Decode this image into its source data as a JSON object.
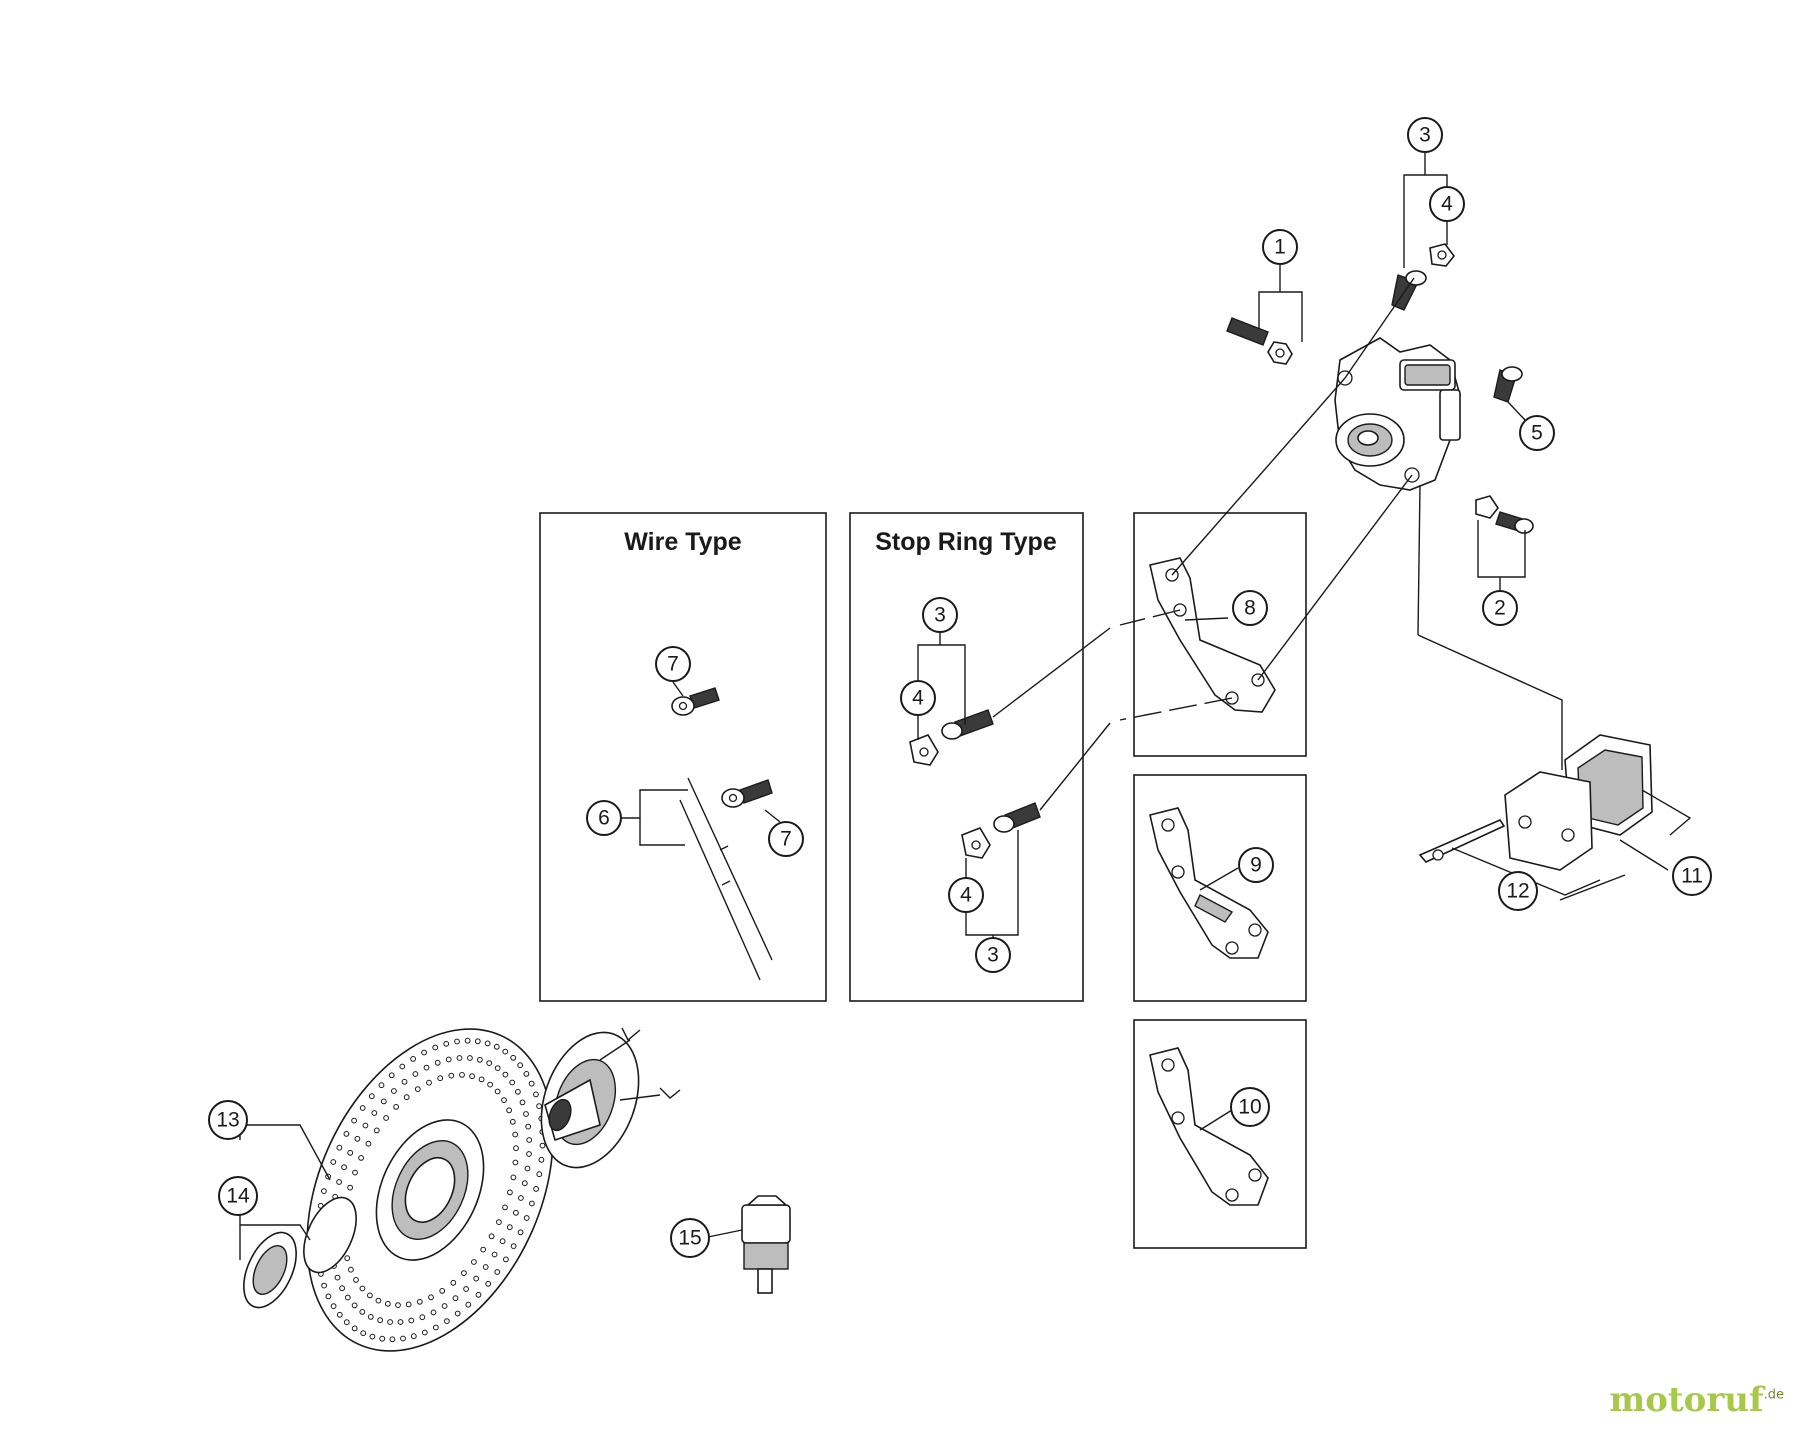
{
  "boxes": {
    "wire_type_title": "Wire Type",
    "stop_ring_type_title": "Stop Ring Type"
  },
  "callouts": {
    "c1": "1",
    "c2": "2",
    "c3a": "3",
    "c3b": "3",
    "c3c": "3",
    "c4a": "4",
    "c4b": "4",
    "c4c": "4",
    "c5": "5",
    "c6": "6",
    "c7a": "7",
    "c7b": "7",
    "c8": "8",
    "c9": "9",
    "c10": "10",
    "c11": "11",
    "c12": "12",
    "c13": "13",
    "c14": "14",
    "c15": "15"
  },
  "brand": {
    "name": "motoruf",
    "tld": ".de"
  },
  "colors": {
    "line": "#1a1a1a",
    "brand": "#a8c84a"
  }
}
